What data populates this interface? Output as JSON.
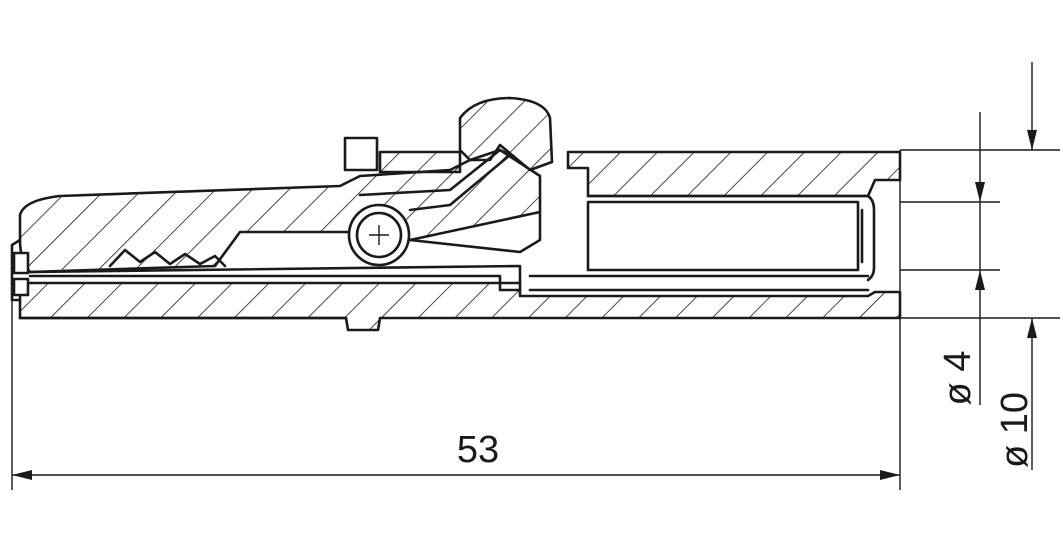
{
  "drawing": {
    "colors": {
      "line": "#1a1a1a",
      "background": "#ffffff"
    },
    "dimensions": {
      "length": "53",
      "inner_diameter": "ø 4",
      "outer_diameter": "ø 10"
    }
  }
}
